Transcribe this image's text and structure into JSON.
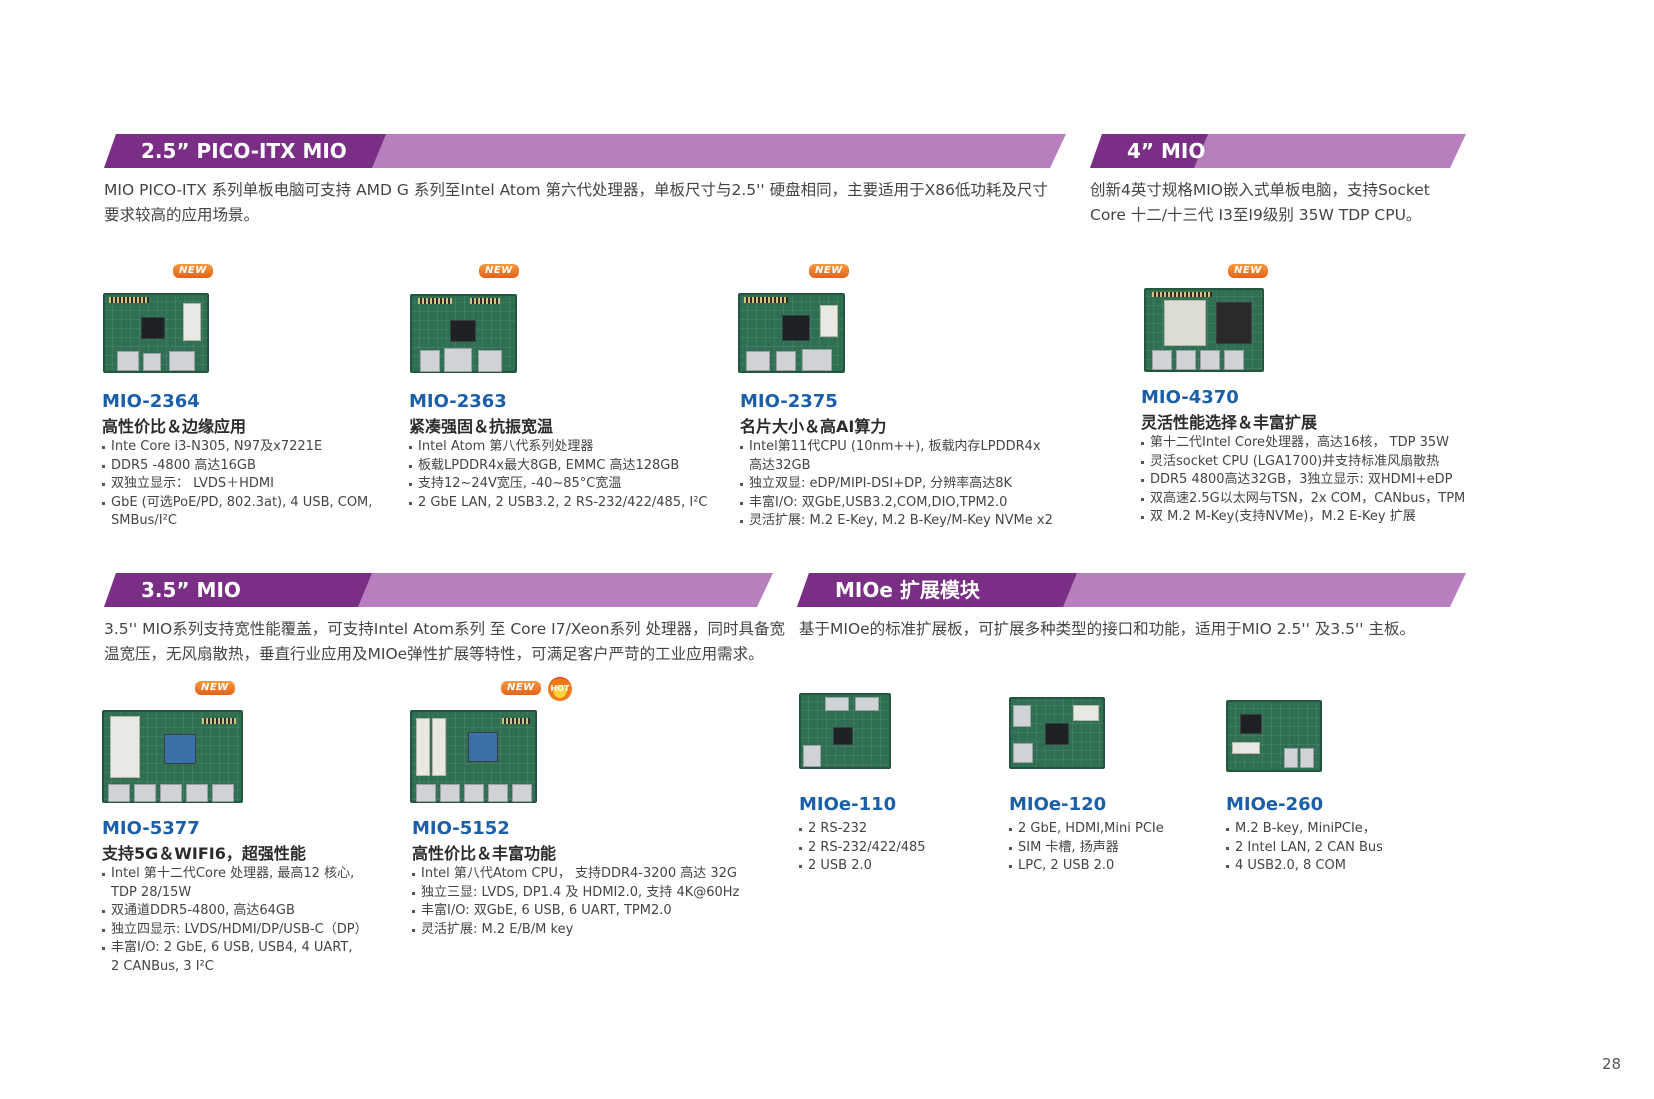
{
  "colors": {
    "banner_dark": "#7a2e86",
    "banner_light": "#b77fbd",
    "model_blue": "#1b5fa8",
    "badge_orange": "#e2621b"
  },
  "badges": {
    "new": "NEW",
    "hot": "HOT"
  },
  "sections": {
    "pico": {
      "title": "2.5” PICO-ITX MIO",
      "description": [
        "MIO PICO-ITX 系列单板电脑可支持 AMD G 系列至Intel Atom 第六代处理器，单板尺寸与2.5'' 硬盘相同，主要适用于X86低功耗及尺寸",
        "要求较高的应用场景。"
      ],
      "products": [
        {
          "model": "MIO-2364",
          "subtitle": "高性价比＆边缘应用",
          "features": [
            "Inte Core i3-N305, N97及x7221E",
            "DDR5 -4800 高达16GB",
            "双独立显示： LVDS＋HDMI",
            "GbE (可选PoE/PD, 802.3at), 4 USB, COM,",
            "SMBus/I²C"
          ]
        },
        {
          "model": "MIO-2363",
          "subtitle": "紧凑强固＆抗振宽温",
          "features": [
            "Intel Atom 第八代系列处理器",
            "板载LPDDR4x最大8GB, EMMC 高达128GB",
            "支持12~24V宽压, -40~85°C宽温",
            "2 GbE LAN, 2 USB3.2, 2 RS-232/422/485, I²C"
          ]
        },
        {
          "model": "MIO-2375",
          "subtitle": "名片大小＆高AI算力",
          "features": [
            "Intel第11代CPU (10nm++), 板载内存LPDDR4x",
            "高达32GB",
            "独立双显: eDP/MIPI-DSI+DP, 分辨率高达8K",
            "丰富I/O: 双GbE,USB3.2,COM,DIO,TPM2.0",
            "灵活扩展: M.2 E-Key, M.2 B-Key/M-Key NVMe x2"
          ]
        }
      ]
    },
    "four": {
      "title": "4” MIO",
      "description": [
        "创新4英寸规格MIO嵌入式单板电脑，支持Socket",
        "Core 十二/十三代 I3至I9级别 35W TDP CPU。"
      ],
      "products": [
        {
          "model": "MIO-4370",
          "subtitle": "灵活性能选择＆丰富扩展",
          "features": [
            "第十二代Intel Core处理器，高达16核， TDP 35W",
            "灵活socket CPU (LGA1700)并支持标准风扇散热",
            "DDR5 4800高达32GB，3独立显示: 双HDMI+eDP",
            "双高速2.5G以太网与TSN，2x COM，CANbus，TPM",
            "双 M.2 M-Key(支持NVMe)，M.2 E-Key 扩展"
          ]
        }
      ]
    },
    "three": {
      "title": "3.5” MIO",
      "description": [
        "3.5'' MIO系列支持宽性能覆盖，可支持Intel Atom系列 至 Core I7/Xeon系列 处理器，同时具备宽",
        "温宽压，无风扇散热，垂直行业应用及MIOe弹性扩展等特性，可满足客户严苛的工业应用需求。"
      ],
      "products": [
        {
          "model": "MIO-5377",
          "subtitle": "支持5G＆WIFI6，超强性能",
          "features": [
            "Intel 第十二代Core 处理器, 最高12 核心,",
            "TDP 28/15W",
            "双通道DDR5-4800, 高达64GB",
            "独立四显示: LVDS/HDMI/DP/USB-C（DP）",
            "丰富I/O: 2 GbE, 6 USB, USB4, 4 UART,",
            "2 CANBus, 3 I²C"
          ]
        },
        {
          "model": "MIO-5152",
          "subtitle": "高性价比＆丰富功能",
          "features": [
            "Intel 第八代Atom CPU， 支持DDR4-3200 高达 32G",
            "独立三显: LVDS, DP1.4 及 HDMI2.0, 支持 4K@60Hz",
            "丰富I/O: 双GbE, 6 USB, 6 UART, TPM2.0",
            "灵活扩展: M.2 E/B/M key"
          ]
        }
      ]
    },
    "mioe": {
      "title": "MIOe 扩展模块",
      "description": [
        "基于MIOe的标准扩展板，可扩展多种类型的接口和功能，适用于MIO 2.5'' 及3.5'' 主板。"
      ],
      "products": [
        {
          "model": "MIOe-110",
          "features": [
            "2 RS-232",
            "2 RS-232/422/485",
            "2 USB 2.0"
          ]
        },
        {
          "model": "MIOe-120",
          "features": [
            "2 GbE, HDMI,Mini PCIe",
            "SIM 卡槽, 扬声器",
            "LPC, 2 USB 2.0"
          ]
        },
        {
          "model": "MIOe-260",
          "features": [
            "M.2 B-key, MiniPCIe，",
            "2 Intel LAN, 2 CAN Bus",
            "4 USB2.0, 8 COM"
          ]
        }
      ]
    }
  },
  "page_number": "28"
}
